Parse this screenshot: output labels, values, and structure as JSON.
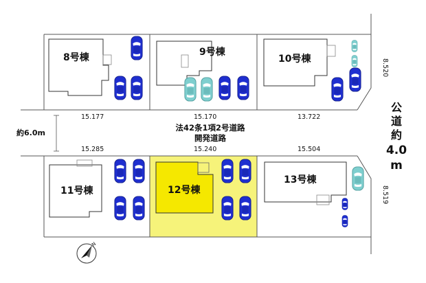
{
  "lots": {
    "lot8": {
      "label": "8号棟",
      "highlighted": false
    },
    "lot9": {
      "label": "9号棟",
      "highlighted": false
    },
    "lot10": {
      "label": "10号棟",
      "highlighted": false
    },
    "lot11": {
      "label": "11号棟",
      "highlighted": false
    },
    "lot12": {
      "label": "12号棟",
      "highlighted": true
    },
    "lot13": {
      "label": "13号棟",
      "highlighted": false
    }
  },
  "frontage_top": [
    "15.177",
    "15.170",
    "13.722"
  ],
  "frontage_bottom": [
    "15.285",
    "15.240",
    "15.504"
  ],
  "side_right_top": "8.520",
  "side_right_bottom": "8.519",
  "road": {
    "width_label": "約6.0m",
    "label_line1": "法42条1項2号道路",
    "label_line2": "開発道路"
  },
  "public_road": {
    "chars": [
      "公",
      "道",
      "約",
      "4.0",
      "m"
    ]
  },
  "compass": {
    "north_label": "N"
  },
  "colors": {
    "highlight": "#f6f37a",
    "highlight_building": "#f5e800",
    "car_blue": "#1f2fd0",
    "car_teal": "#7fcfcf",
    "line": "#555555"
  }
}
